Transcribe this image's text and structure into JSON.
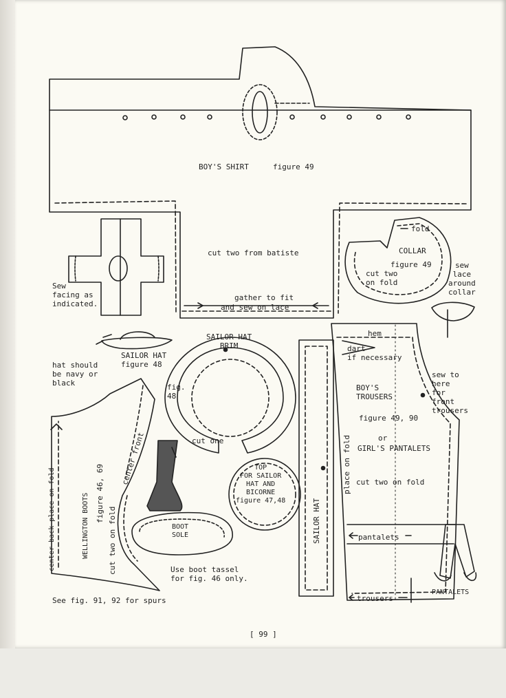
{
  "shirt": {
    "title": "BOY'S SHIRT",
    "figure": "figure 49",
    "cut": "cut two from batiste",
    "gather1": "gather to fit",
    "gather2": "and sew on lace"
  },
  "facing": {
    "note": "Sew\nfacing as\nindicated."
  },
  "collar": {
    "fold": "fold",
    "title": "COLLAR",
    "figure": "figure 49",
    "cut": "cut two\non fold",
    "lace_note": "sew\nlace\naround\ncollar"
  },
  "sailor_hat": {
    "label": "SAILOR HAT\nfigure 48",
    "color_note": "hat should\nbe navy or\nblack",
    "brim_title": "SAILOR HAT\nBRIM",
    "brim_fig": "fig.\n48",
    "brim_cut": "cut one",
    "top_label": "TOP\nFOR SAILOR\nHAT AND\nBICORNE\nfigure 47,48",
    "band_label": "SAILOR HAT"
  },
  "trousers": {
    "hem": "hem",
    "dart": "dart\nif necessary",
    "title": "BOY'S\nTROUSERS",
    "sew_note": "sew to\nhere\nfor\nfront\ntrousers",
    "figure": "figure 49, 90",
    "or": "or",
    "pantalets_title": "GIRL'S PANTALETS",
    "fold_label": "place on fold",
    "cut": "cut two on fold",
    "pantalets_line": "pantalets",
    "trousers_line": "trousers",
    "pantalets_caption": "PANTALETS"
  },
  "boots": {
    "back_fold": "center back place on fold",
    "title": "WELLINGTON BOOTS",
    "figure": "figure 46, 69",
    "cut": "cut two on fold",
    "front": "center front",
    "sole": "BOOT\nSOLE",
    "tassel_note": "Use boot tassel\nfor fig. 46 only.",
    "spurs_note": "See fig. 91, 92 for spurs"
  },
  "page_number": "[ 99 ]",
  "colors": {
    "paper": "#fbfaf3",
    "ink": "#1f1f1f",
    "margin": "#ecebe6"
  }
}
